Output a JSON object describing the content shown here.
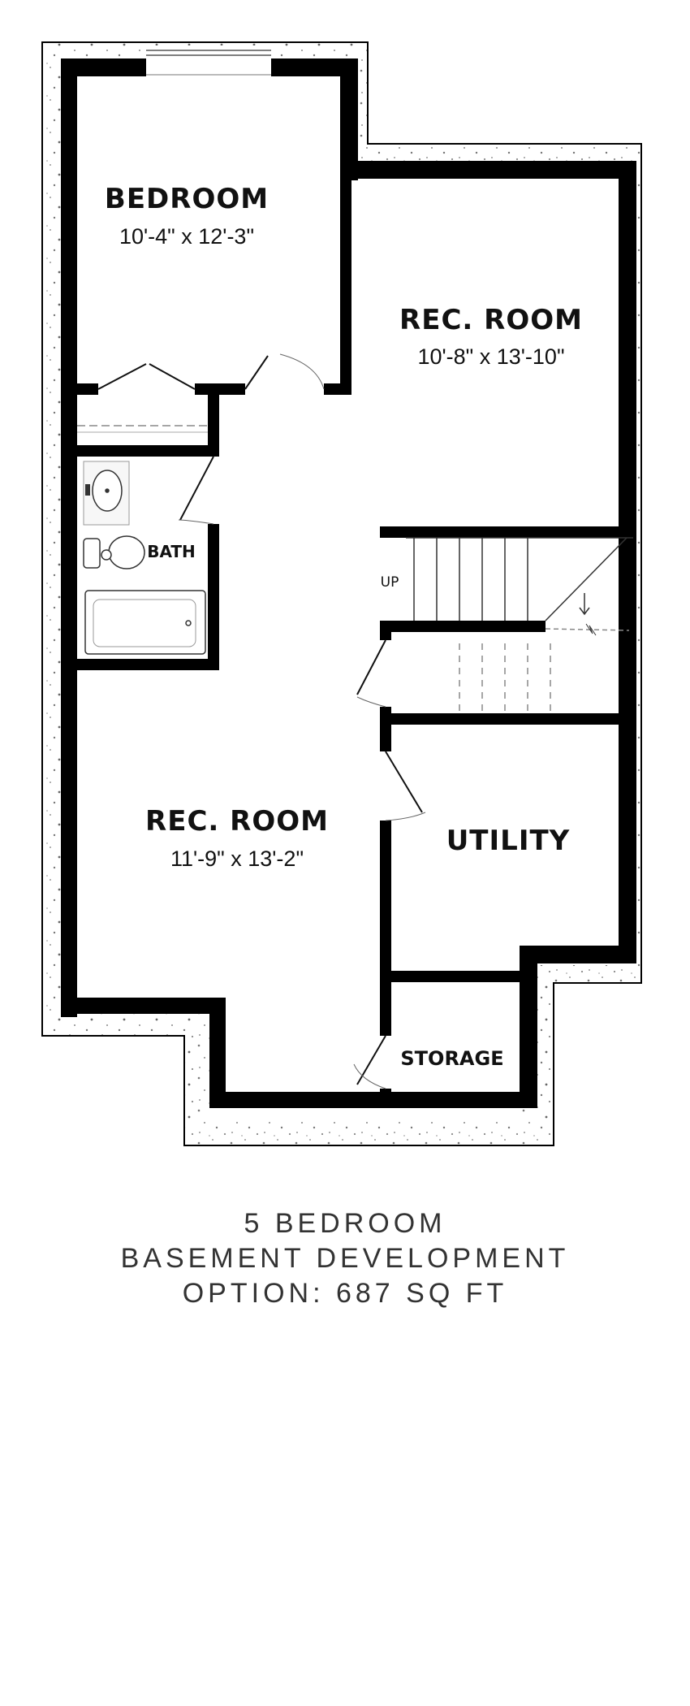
{
  "rooms": {
    "bedroom": {
      "name": "BEDROOM",
      "dims": "10'-4\" x 12'-3\""
    },
    "rec_room_upper": {
      "name": "REC. ROOM",
      "dims": "10'-8\" x 13'-10\""
    },
    "rec_room_lower": {
      "name": "REC. ROOM",
      "dims": "11'-9\" x 13'-2\""
    },
    "bath": {
      "name": "BATH"
    },
    "utility": {
      "name": "UTILITY"
    },
    "storage": {
      "name": "STORAGE"
    }
  },
  "stairs": {
    "label": "UP"
  },
  "caption": {
    "line1": "5 BEDROOM",
    "line2": "BASEMENT DEVELOPMENT",
    "line3": "OPTION: 687 SQ FT"
  },
  "colors": {
    "wall": "#000000",
    "foundation_border": "#000000",
    "text": "#111111",
    "caption": "#333333"
  }
}
